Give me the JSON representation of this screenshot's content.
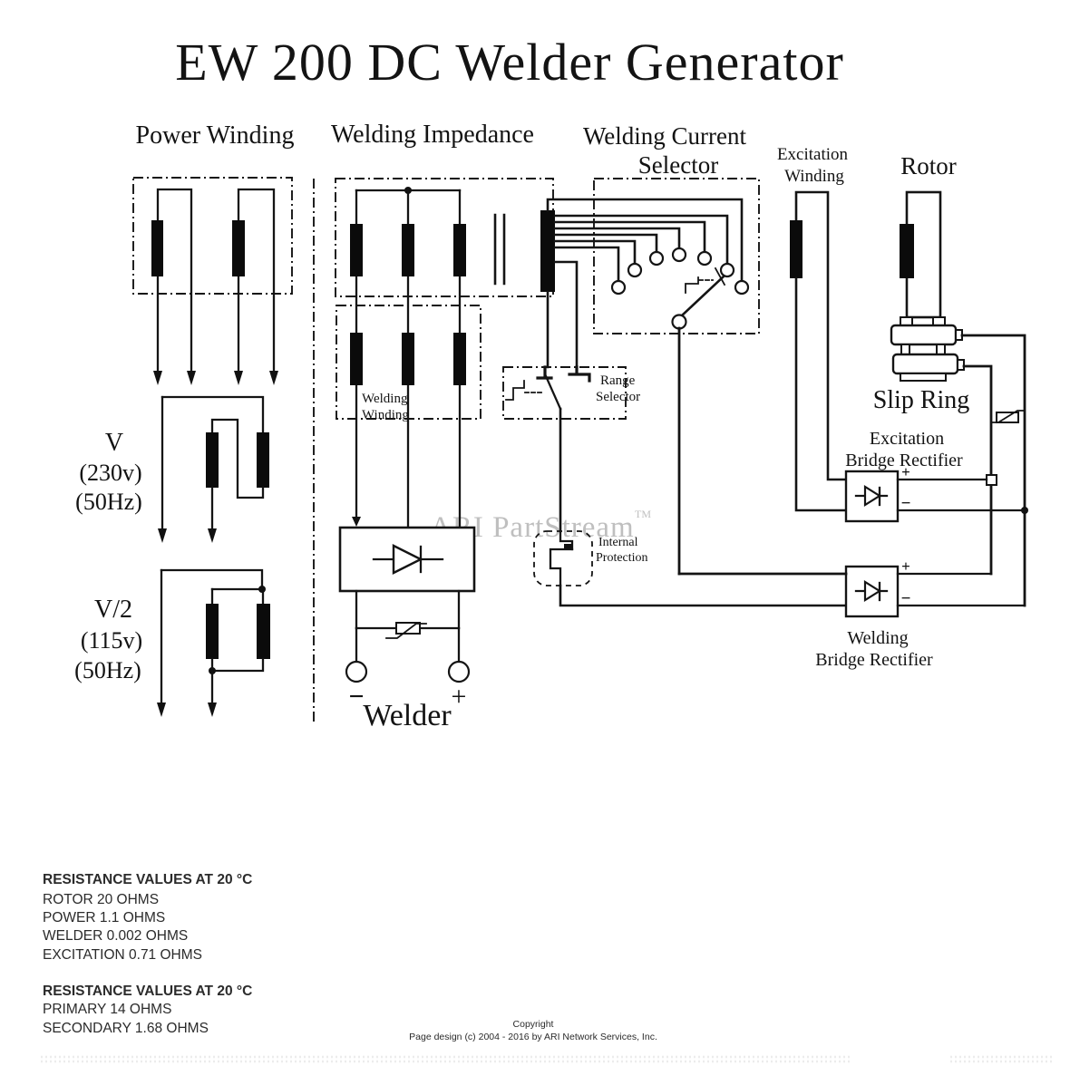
{
  "title": "EW 200 DC Welder Generator",
  "headers": {
    "power_winding": "Power Winding",
    "welding_impedance": "Welding Impedance",
    "welding_current_line1": "Welding Current",
    "welding_current_line2": "Selector",
    "excitation_line1": "Excitation",
    "excitation_line2": "Winding",
    "rotor": "Rotor"
  },
  "voltage_labels": {
    "full_line1": "V",
    "full_line2": "(230v)",
    "full_line3": "(50Hz)",
    "half_line1": "V/2",
    "half_line2": "(115v)",
    "half_line3": "(50Hz)"
  },
  "component_labels": {
    "welding_winding_line1": "Welding",
    "welding_winding_line2": "Winding",
    "range_selector_line1": "Range",
    "range_selector_line2": "Selector",
    "internal_protection_line1": "Internal",
    "internal_protection_line2": "Protection",
    "slip_ring": "Slip Ring",
    "excitation_bridge_line1": "Excitation",
    "excitation_bridge_line2": "Bridge Rectifier",
    "welding_bridge_line1": "Welding",
    "welding_bridge_line2": "Bridge Rectifier",
    "welder": "Welder",
    "plus": "+",
    "minus": "−"
  },
  "watermark": {
    "text": "ARI PartStream",
    "tm": "TM"
  },
  "notes": {
    "block1": {
      "heading": "RESISTANCE VALUES AT 20 °C",
      "lines": [
        "ROTOR 20 OHMS",
        "POWER 1.1 OHMS",
        "WELDER 0.002 OHMS",
        "EXCITATION 0.71 OHMS"
      ]
    },
    "block2": {
      "heading": "RESISTANCE VALUES AT 20 °C",
      "lines": [
        "PRIMARY 14 OHMS",
        "SECONDARY 1.68 OHMS"
      ]
    }
  },
  "footer": {
    "line1": "Copyright",
    "line2": "Page design (c) 2004 - 2016 by ARI Network Services, Inc."
  }
}
